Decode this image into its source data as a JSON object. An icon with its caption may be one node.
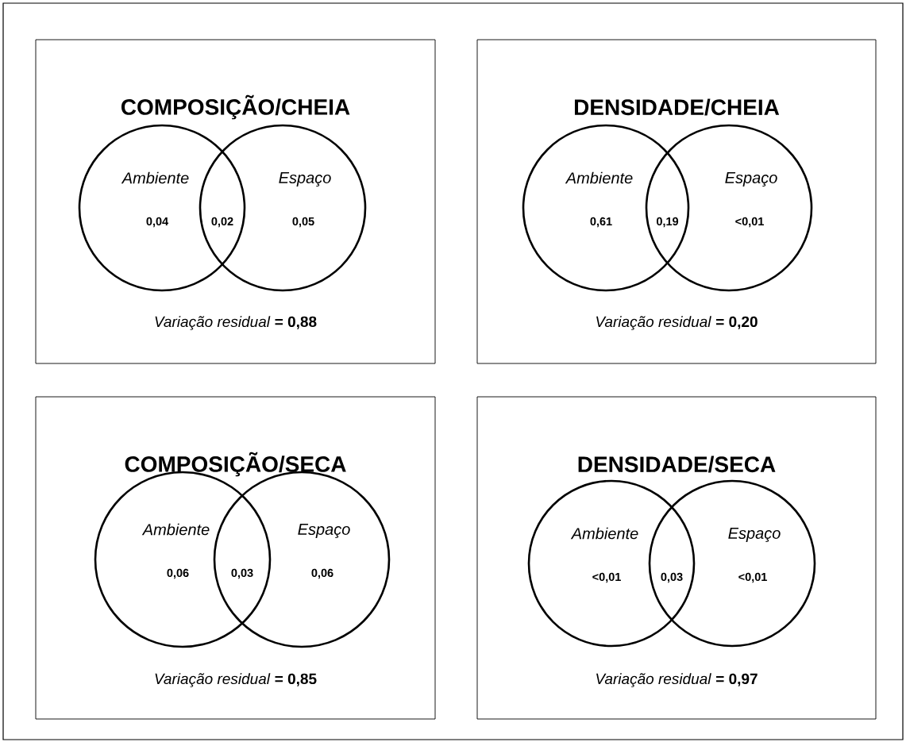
{
  "diagram": {
    "nodes": [
      {
        "text": [
          "COMPOSIÇÃO/CHEIA",
          "*Variação residual* **= 0,88**"
        ]
      },
      {
        "text": [
          "Ambiente",
          "0,04"
        ],
        "in": 0
      },
      {
        "text": [
          "Espaço",
          "0,05"
        ],
        "in": 0
      },
      {
        "text": [
          "DENSIDADE/CHEIA",
          "*Variação residual* **= 0,20**"
        ]
      },
      {
        "text": [
          "Ambiente",
          "0,61"
        ],
        "in": 3
      },
      {
        "text": [
          "Espaço",
          "<0,01"
        ],
        "in": 3
      },
      {
        "text": [
          "COMPOSIÇÃO/SECA",
          "*Variação residual* **= 0,85**"
        ]
      },
      {
        "text": [
          "Ambiente",
          "0,06"
        ],
        "in": 6
      },
      {
        "text": [
          "Espaço",
          "0,06"
        ],
        "in": 6
      },
      {
        "text": [
          "DENSIDADE/SECA",
          "*Variação residual* **= 0,97**"
        ]
      },
      {
        "text": [
          "Ambiente",
          "<0,01"
        ],
        "in": 9
      },
      {
        "text": [
          "Espaço",
          "<0,01"
        ],
        "in": 9
      }
    ],
    "labels": [
      "0,02",
      "0,19",
      "0,03",
      "0,03"
    ]
  }
}
